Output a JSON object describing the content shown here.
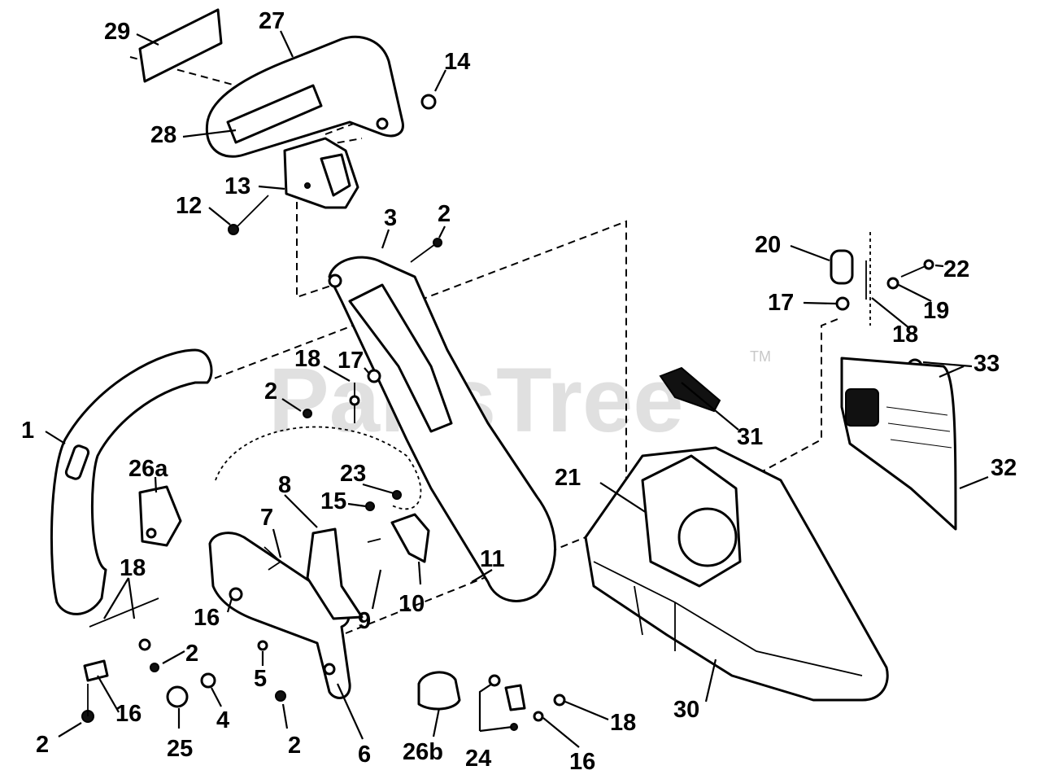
{
  "watermark": {
    "text": "PartsTree",
    "trademark": "TM"
  },
  "callouts": {
    "c1": "1",
    "c2a": "2",
    "c2b": "2",
    "c2c": "2",
    "c2d": "2",
    "c2e": "2",
    "c3": "3",
    "c4": "4",
    "c5": "5",
    "c6": "6",
    "c7": "7",
    "c8": "8",
    "c9": "9",
    "c10": "10",
    "c11": "11",
    "c12": "12",
    "c13": "13",
    "c14": "14",
    "c15": "15",
    "c16a": "16",
    "c16b": "16",
    "c16c": "16",
    "c17a": "17",
    "c17b": "17",
    "c18a": "18",
    "c18b": "18",
    "c18c": "18",
    "c18d": "18",
    "c19": "19",
    "c20": "20",
    "c21": "21",
    "c22": "22",
    "c23": "23",
    "c24": "24",
    "c25": "25",
    "c26a": "26a",
    "c26b": "26b",
    "c27": "27",
    "c28": "28",
    "c29": "29",
    "c30": "30",
    "c31": "31",
    "c32": "32",
    "c33": "33"
  }
}
